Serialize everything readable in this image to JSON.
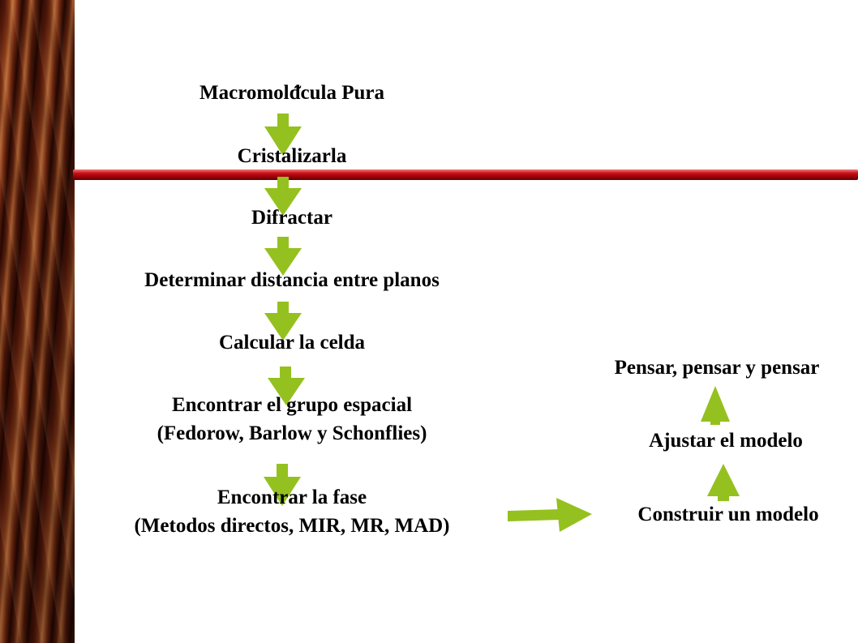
{
  "left_column": [
    {
      "id": "s1",
      "lines": [
        "Macromolᵭcula Pura"
      ]
    },
    {
      "id": "s2",
      "lines": [
        "Cristalizarla"
      ]
    },
    {
      "id": "s3",
      "lines": [
        "Difractar"
      ]
    },
    {
      "id": "s4",
      "lines": [
        "Determinar distancia entre planos"
      ]
    },
    {
      "id": "s5",
      "lines": [
        "Calcular la celda"
      ]
    },
    {
      "id": "s6",
      "lines": [
        "Encontrar el grupo espacial",
        "(Fedorow, Barlow y Schonflies)"
      ]
    },
    {
      "id": "s7",
      "lines": [
        "Encontrar la fase",
        "(Metodos directos, MIR, MR, MAD)"
      ]
    }
  ],
  "right_column": [
    {
      "id": "r1",
      "lines": [
        "Pensar, pensar y pensar"
      ]
    },
    {
      "id": "r2",
      "lines": [
        "Ajustar el modelo"
      ]
    },
    {
      "id": "r3",
      "lines": [
        "Construir un modelo"
      ]
    }
  ],
  "colors": {
    "arrow": "#94c11f",
    "rule": "#c8101a",
    "text": "#000000"
  }
}
